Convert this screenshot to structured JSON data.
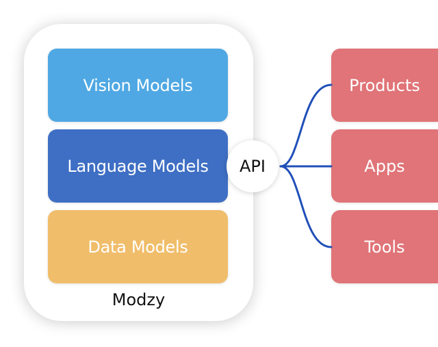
{
  "modzy": {
    "label": "Modzy",
    "models": [
      {
        "label": "Vision Models",
        "color": "#4fa8e3"
      },
      {
        "label": "Language Models",
        "color": "#3f6fc4"
      },
      {
        "label": "Data Models",
        "color": "#f0bd6a"
      }
    ]
  },
  "api": {
    "label": "API"
  },
  "connector_color": "#1f4fb8",
  "targets": [
    {
      "label": "Products",
      "color": "#e07478"
    },
    {
      "label": "Apps",
      "color": "#e07478"
    },
    {
      "label": "Tools",
      "color": "#e07478"
    }
  ]
}
